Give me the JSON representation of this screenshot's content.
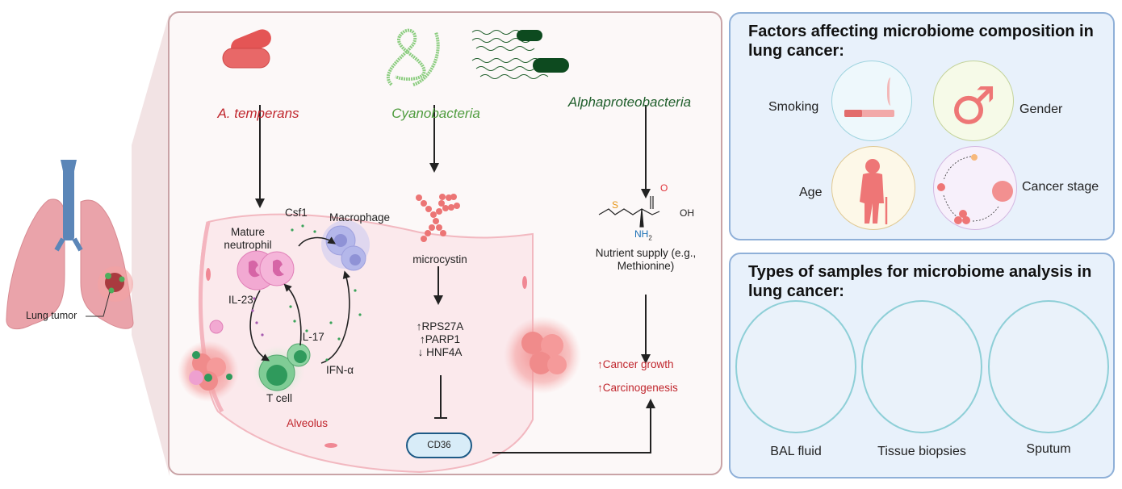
{
  "lung_overview": {
    "tumor_label": "Lung tumor"
  },
  "main_panel": {
    "bacteria": [
      {
        "name": "A. temperans",
        "color": "#c0262d"
      },
      {
        "name": "Cyanobacteria",
        "color": "#4f9c3e"
      },
      {
        "name": "Alphaproteobacteria",
        "color": "#1f5e2b"
      }
    ],
    "immune": {
      "csf1": "Csf1",
      "macrophage": "Macrophage",
      "neutrophil_line1": "Mature",
      "neutrophil_line2": "neutrophil",
      "il23": "IL-23",
      "il17": "IL-17",
      "ifn": "IFN-α",
      "tcell": "T cell",
      "alveolus": "Alveolus"
    },
    "cyano_path": {
      "toxin": "microcystin",
      "genes": [
        "↑RPS27A",
        "↑PARP1",
        "↓ HNF4A"
      ],
      "target": "CD36"
    },
    "alpha_path": {
      "molecule_atoms": {
        "S": "S",
        "O": "O",
        "OH": "OH",
        "N": "NH",
        "sub": "2"
      },
      "nutrient_line1": "Nutrient supply (e.g.,",
      "nutrient_line2": "Methionine)",
      "outcomes": [
        "↑Cancer growth",
        "↑Carcinogenesis"
      ]
    }
  },
  "factors_panel": {
    "title": "Factors affecting microbiome composition in lung cancer:",
    "factors": [
      {
        "label": "Smoking",
        "icon": "cigarette-icon"
      },
      {
        "label": "Gender",
        "icon": "male-symbol-icon"
      },
      {
        "label": "Age",
        "icon": "elderly-person-icon"
      },
      {
        "label": "Cancer stage",
        "icon": "cancer-progression-icon"
      }
    ]
  },
  "samples_panel": {
    "title": "Types of samples for microbiome analysis in lung cancer:",
    "samples": [
      {
        "label": "BAL fluid",
        "icon": "bronchoscopy-icon"
      },
      {
        "label": "Tissue biopsies",
        "icon": "lung-biopsy-icon"
      },
      {
        "label": "Sputum",
        "icon": "sputum-icon"
      }
    ]
  },
  "colors": {
    "main_bg": "#fcf8f8",
    "main_border": "#c9a3a6",
    "side_bg": "#e8f1fb",
    "side_border": "#8fb0d8",
    "red_text": "#c0262d",
    "cd36_border": "#1d5a86"
  }
}
